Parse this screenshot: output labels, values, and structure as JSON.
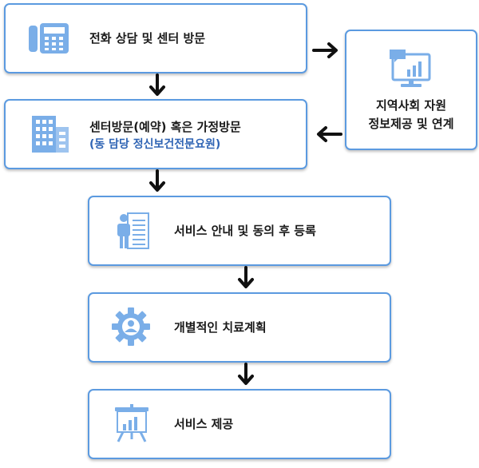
{
  "steps": [
    {
      "id": "phone-consult",
      "label": "전화 상담 및 센터 방문",
      "icon": "phone-icon"
    },
    {
      "id": "visit",
      "label": "센터방문(예약) 혹은 가정방문",
      "sublabel": "(동 담당 정신보건전문요원)",
      "icon": "building-icon"
    },
    {
      "id": "consent",
      "label": "서비스 안내 및 동의 후 등록",
      "icon": "person-document-icon"
    },
    {
      "id": "plan",
      "label": "개별적인 치료계획",
      "icon": "gear-person-icon"
    },
    {
      "id": "provide",
      "label": "서비스 제공",
      "icon": "presentation-board-icon"
    }
  ],
  "side": {
    "line1": "지역사회 자원",
    "line2": "정보제공 및 연계",
    "icon": "computer-chat-icon"
  },
  "colors": {
    "accent": "#5b9ae0",
    "icon": "#7aaee8",
    "sublabel": "#2f64b4"
  }
}
